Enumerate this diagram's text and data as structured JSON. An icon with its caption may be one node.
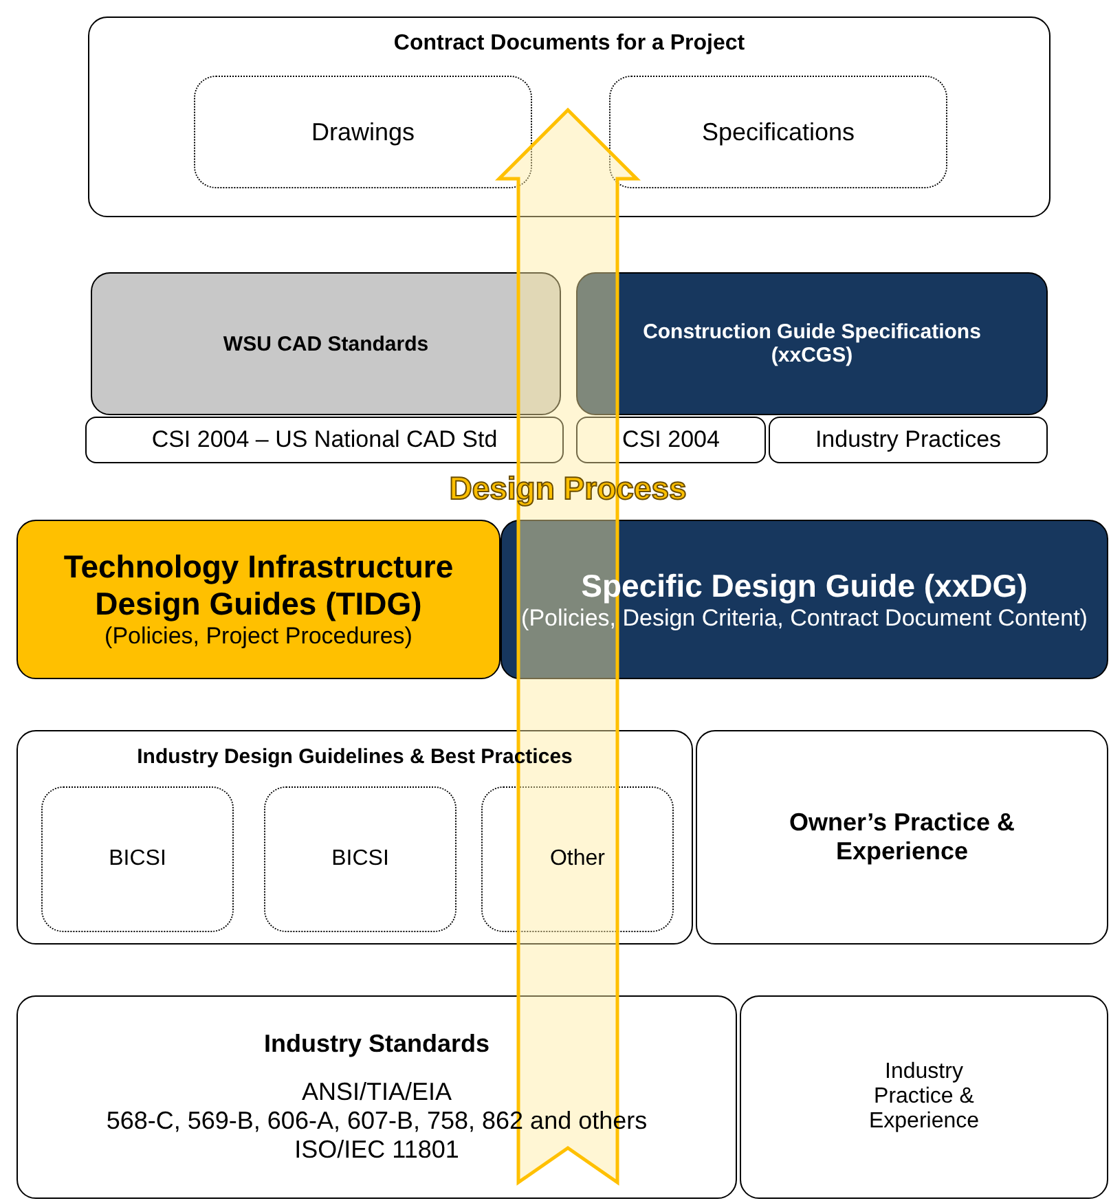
{
  "diagram": {
    "nodes": [
      {
        "text": [
          "Contract Documents for a Project"
        ]
      },
      {
        "text": [
          "Drawings"
        ],
        "in": 0
      },
      {
        "text": [
          "Specifications"
        ],
        "in": 0
      },
      {
        "text": [
          "WSU CAD Standards"
        ]
      },
      {
        "text": [
          "CSI 2004 – US National CAD Std"
        ]
      },
      {
        "text": [
          "Construction Guide Specifications (xxCGS)"
        ]
      },
      {
        "text": [
          "CSI 2004"
        ]
      },
      {
        "text": [
          "Industry Practices"
        ]
      },
      {
        "text": [
          "Technology Infrastructure Design Guides (TIDG)",
          "(Policies, Project Procedures)"
        ]
      },
      {
        "text": [
          "Specific Design Guide (xxDG)",
          "(Policies, Design Criteria, Contract Document Content)"
        ]
      },
      {
        "text": [
          "Industry Design Guidelines & Best Practices"
        ]
      },
      {
        "text": [
          "BICSI"
        ],
        "in": 10
      },
      {
        "text": [
          "BICSI"
        ],
        "in": 10
      },
      {
        "text": [
          "Other"
        ],
        "in": 10
      },
      {
        "text": [
          "Owner’s Practice & Experience"
        ]
      },
      {
        "text": [
          "Industry Standards",
          "ANSI/TIA/EIA",
          "568-C, 569-B, 606-A, 607-B, 758, 862 and others",
          "ISO/IEC 11801"
        ]
      },
      {
        "text": [
          "Industry Practice & Experience"
        ]
      }
    ],
    "edges": [
      {
        "from": 15,
        "to": 0,
        "arrow": "to",
        "label": "Design Process",
        "style": "thick"
      }
    ]
  }
}
